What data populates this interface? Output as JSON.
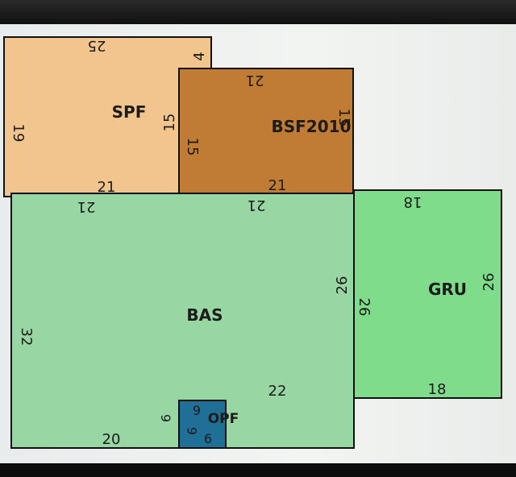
{
  "areas": {
    "spf": {
      "label": "SPF",
      "color": "#f2c48e"
    },
    "bsf2010": {
      "label": "BSF2010",
      "color": "#c07b35"
    },
    "bas": {
      "label": "BAS",
      "color": "#98d6a3"
    },
    "gru": {
      "label": "GRU",
      "color": "#7fdc8a"
    },
    "opf": {
      "label": "OPF",
      "color": "#1f6f96"
    }
  },
  "dimensions": {
    "spf_top": "25",
    "spf_notch": "4",
    "spf_left": "19",
    "spf_bottom": "21",
    "spf_inner": "15",
    "bsf_top": "21",
    "bsf_left": "15",
    "bsf_right": "15",
    "bsf_bottom": "21",
    "bas_top_left": "21",
    "bas_top_right": "21",
    "bas_left": "32",
    "bas_right": "26",
    "bas_bottom_right": "22",
    "bas_bottom_left": "20",
    "gru_top": "18",
    "gru_left": "26",
    "gru_right": "26",
    "gru_bottom": "18",
    "opf_top": "9",
    "opf_left": "6",
    "opf_left_inner": "9",
    "opf_bottom": "6"
  }
}
